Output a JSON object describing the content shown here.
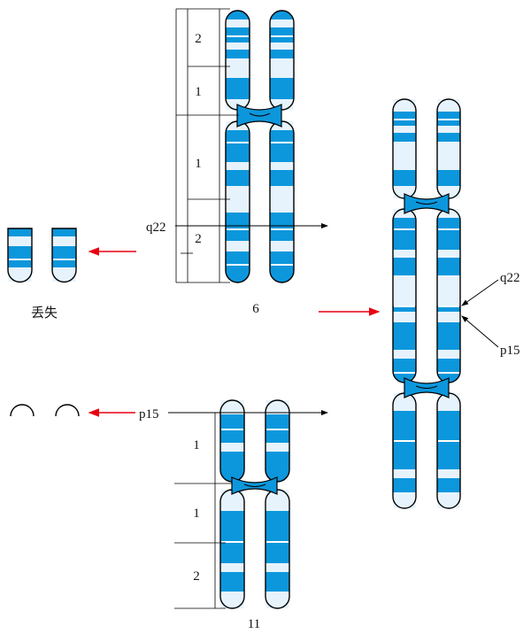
{
  "colors": {
    "band_dark": "#0c97dc",
    "band_light": "#e6f3fc",
    "outline": "#000000",
    "arrow_red": "#e60012",
    "white_line": "#ffffff"
  },
  "chromosome_6": {
    "number": "6",
    "region_labels": [
      "2",
      "1",
      "1",
      "2"
    ],
    "breakpoint": "q22"
  },
  "chromosome_11": {
    "number": "11",
    "region_labels": [
      "1",
      "1",
      "2"
    ],
    "breakpoint": "p15"
  },
  "derivative_chromosome": {
    "labels": [
      "q22",
      "p15"
    ]
  },
  "lost_fragment": {
    "label": "丢失"
  }
}
